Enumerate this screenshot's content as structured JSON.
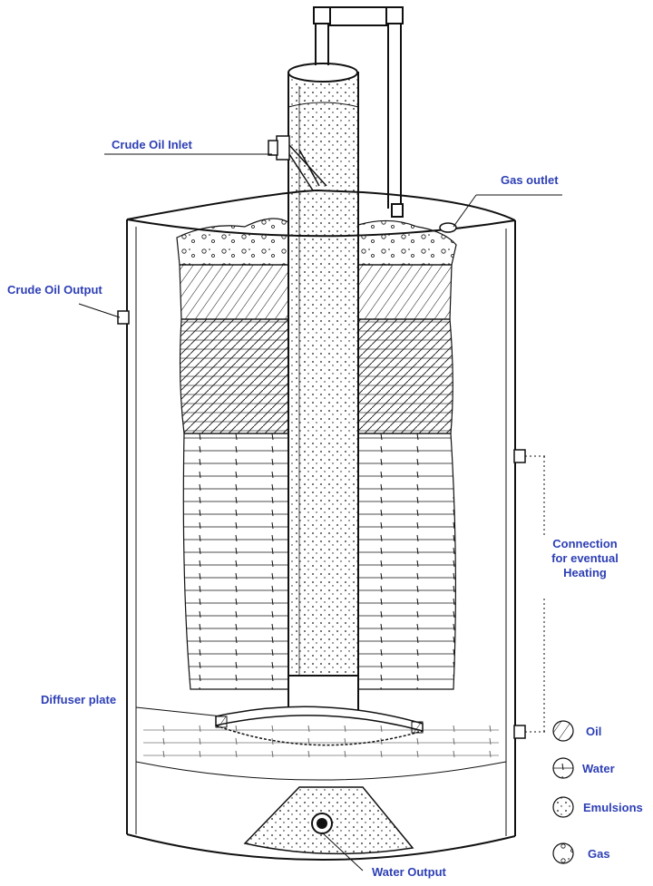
{
  "labels": {
    "crude_oil_inlet": "Crude Oil Inlet",
    "gas_outlet": "Gas outlet",
    "crude_oil_output": "Crude Oil Output",
    "connection_line1": "Connection",
    "connection_line2": "for eventual",
    "connection_line3": "Heating",
    "diffuser_plate": "Diffuser plate",
    "water_output": "Water Output"
  },
  "legend": [
    {
      "key": "oil",
      "label": "Oil"
    },
    {
      "key": "water",
      "label": "Water"
    },
    {
      "key": "emulsions",
      "label": "Emulsions"
    },
    {
      "key": "gas",
      "label": "Gas"
    }
  ],
  "colors": {
    "label_text": "#2d3fb5",
    "line": "#111111",
    "background": "#ffffff"
  }
}
